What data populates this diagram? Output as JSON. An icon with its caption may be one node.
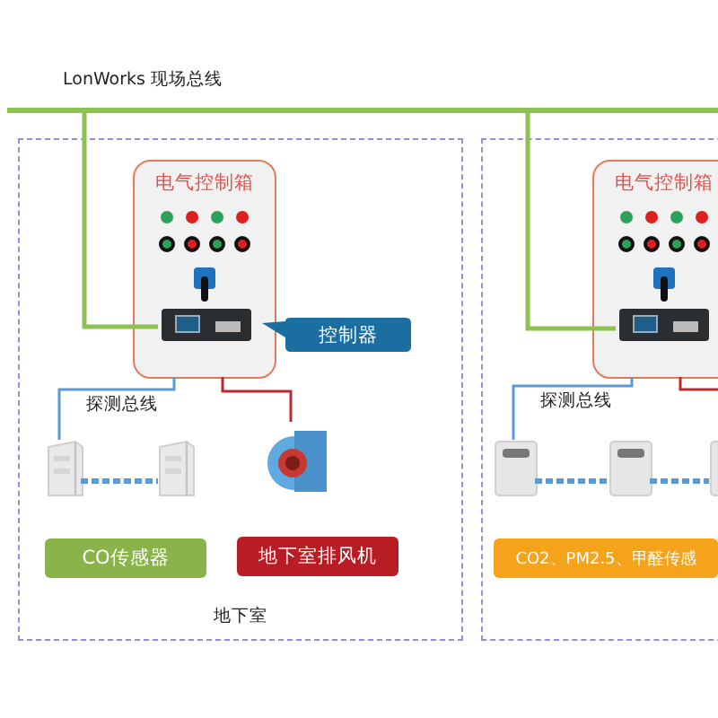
{
  "diagram": {
    "nodes": [
      {
        "text": [
          "LonWorks 现场总线"
        ]
      },
      {
        "text": [
          "地下室"
        ]
      },
      {
        "text": [
          "电气控制箱"
        ],
        "in": 1
      },
      {
        "text": [],
        "shape": "picture",
        "in": 2
      },
      {
        "text": [
          "控制器"
        ],
        "in": 1
      },
      {
        "text": [],
        "shape": "picture",
        "in": 1
      },
      {
        "text": [],
        "shape": "picture",
        "in": 1
      },
      {
        "text": [],
        "shape": "picture",
        "in": 1
      },
      {
        "text": [
          "CO传感器"
        ],
        "in": 1
      },
      {
        "text": [
          "地下室排风机"
        ],
        "in": 1
      },
      {
        "text": [],
        "shape": "box"
      },
      {
        "text": [
          "电气控制箱"
        ],
        "in": 10
      },
      {
        "text": [],
        "shape": "picture",
        "in": 11
      },
      {
        "text": [],
        "shape": "picture",
        "in": 10
      },
      {
        "text": [],
        "shape": "picture",
        "in": 10
      },
      {
        "text": [],
        "shape": "box",
        "in": 10
      },
      {
        "text": [
          "CO2、PM2.5、甲醛传感"
        ],
        "in": 10
      }
    ],
    "edges": [
      {
        "from": 0,
        "to": 3,
        "arrow": "none",
        "color": "#8dc152"
      },
      {
        "from": 2,
        "to": 5,
        "arrow": "none",
        "label": "探测总线"
      },
      {
        "from": 5,
        "to": 6,
        "arrow": "none",
        "style": "dashed"
      },
      {
        "from": 2,
        "to": 7,
        "arrow": "none",
        "color": "#c0282e"
      },
      {
        "from": 0,
        "to": 12,
        "arrow": "none",
        "color": "#8dc152"
      },
      {
        "from": 11,
        "to": 13,
        "arrow": "none",
        "label": "探测总线"
      },
      {
        "from": 13,
        "to": 14,
        "arrow": "none",
        "style": "dashed"
      },
      {
        "from": 14,
        "to": 15,
        "arrow": "none",
        "style": "dashed"
      },
      {
        "from": 11,
        "to": null,
        "arrow": "none",
        "color": "#c0282e"
      }
    ]
  }
}
